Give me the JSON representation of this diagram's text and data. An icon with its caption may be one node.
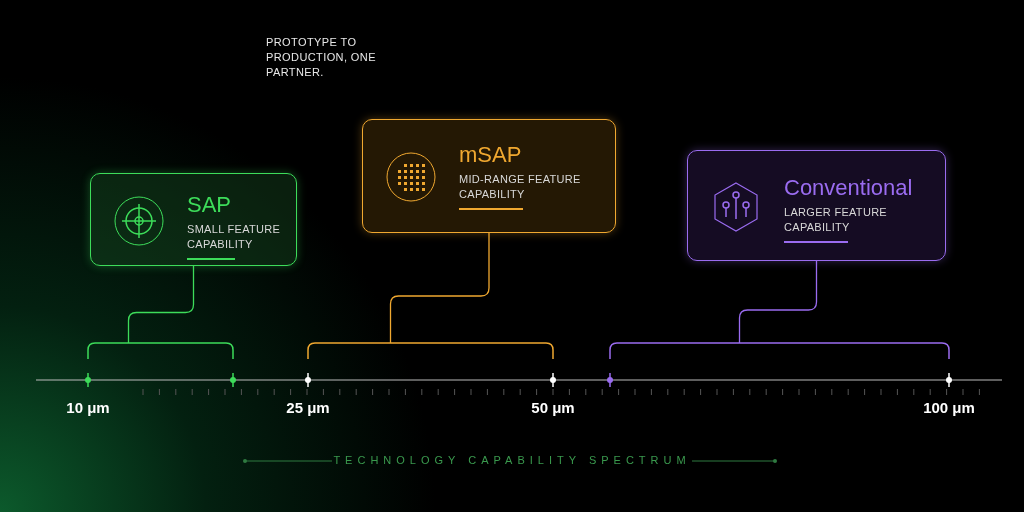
{
  "diagram": {
    "caption": "TECHNOLOGY CAPABILITY SPECTRUM",
    "nodes": [
      {
        "text": [
          "SAP",
          "SMALL FEATURE CAPABILITY"
        ]
      },
      {
        "text": [
          "mSAP",
          "MID-RANGE FEATURE CAPABILITY"
        ]
      },
      {
        "text": [
          "Conventional",
          "LARGER FEATURE CAPABILITY"
        ]
      },
      {
        "text": [],
        "shape": "bracket"
      },
      {
        "text": [],
        "shape": "bracket"
      },
      {
        "text": [],
        "shape": "bracket"
      }
    ],
    "edges": [
      {
        "from": 0,
        "to": 3,
        "arrow": "none",
        "color": "#3ddc5a"
      },
      {
        "from": 1,
        "to": 4,
        "arrow": "none",
        "color": "#f0a830"
      },
      {
        "from": 2,
        "to": 5,
        "arrow": "none",
        "color": "#9a6cf0"
      }
    ],
    "labels": [
      "PROTOTYPE TO PRODUCTION, ONE PARTNER.",
      "10 μm",
      "25 μm",
      "50 μm",
      "100 μm"
    ]
  }
}
